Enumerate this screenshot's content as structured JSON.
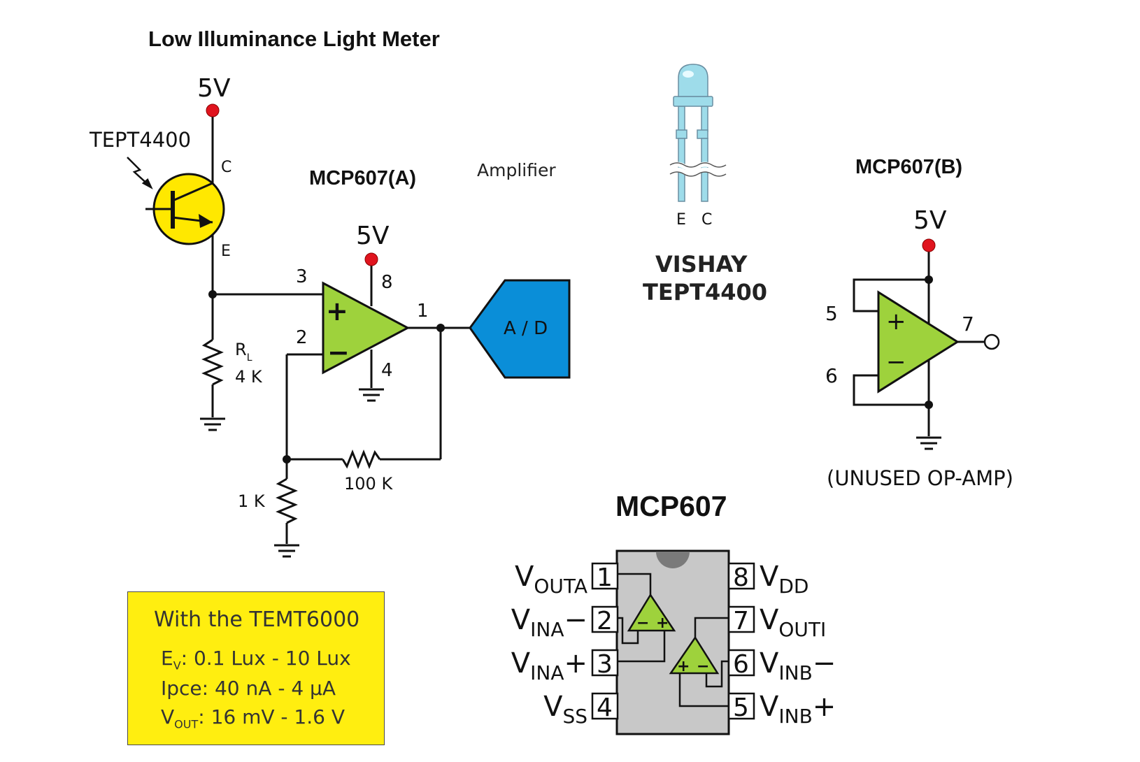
{
  "title": "Low Illuminance Light Meter",
  "colors": {
    "node_red": "#e0141e",
    "transistor_yellow": "#ffe800",
    "opamp_green": "#9ed23c",
    "adc_blue": "#0a8ed8",
    "sensor_body": "#9edcea",
    "ic_gray": "#c8c8c8",
    "box_yellow": "#ffee10"
  },
  "circuit": {
    "supply_top": "5V",
    "sensor_name": "TEPT4400",
    "collector_label": "C",
    "emitter_label": "E",
    "opamp_a_title": "MCP607(A)",
    "amplifier_label": "Amplifier",
    "supply_opamp": "5V",
    "pins": {
      "p3": "3",
      "p2": "2",
      "p8": "8",
      "p4": "4",
      "p1": "1"
    },
    "plus_sign": "+",
    "minus_sign": "−",
    "adc_label": "A / D",
    "rl_label": "R",
    "rl_sub": "L",
    "rl_value": "4 K",
    "r_feedback": "100 K",
    "r_ground": "1 K"
  },
  "sensor_photo": {
    "leg_e": "E",
    "leg_c": "C",
    "brand": "VISHAY",
    "model": "TEPT4400"
  },
  "opamp_b": {
    "title": "MCP607(B)",
    "supply": "5V",
    "pin5": "5",
    "pin6": "6",
    "pin7": "7",
    "note": "(UNUSED OP-AMP)"
  },
  "pinout": {
    "title": "MCP607",
    "left": [
      {
        "num": "1",
        "name": "V",
        "sub": "OUTA",
        "suffix": ""
      },
      {
        "num": "2",
        "name": "V",
        "sub": "INA",
        "suffix": "−"
      },
      {
        "num": "3",
        "name": "V",
        "sub": "INA",
        "suffix": "+"
      },
      {
        "num": "4",
        "name": "V",
        "sub": "SS",
        "suffix": ""
      }
    ],
    "right": [
      {
        "num": "8",
        "name": "V",
        "sub": "DD",
        "suffix": ""
      },
      {
        "num": "7",
        "name": "V",
        "sub": "OUTI",
        "suffix": ""
      },
      {
        "num": "6",
        "name": "V",
        "sub": "INB",
        "suffix": "−"
      },
      {
        "num": "5",
        "name": "V",
        "sub": "INB",
        "suffix": "+"
      }
    ]
  },
  "info": {
    "heading": "With the TEMT6000",
    "ev_label": "E",
    "ev_sub": "V",
    "ev_value": ":  0.1 Lux - 10 Lux",
    "ipce": "Ipce: 40 nA - 4 μA",
    "vout_label": "V",
    "vout_sub": "OUT",
    "vout_value": ": 16 mV - 1.6 V"
  }
}
